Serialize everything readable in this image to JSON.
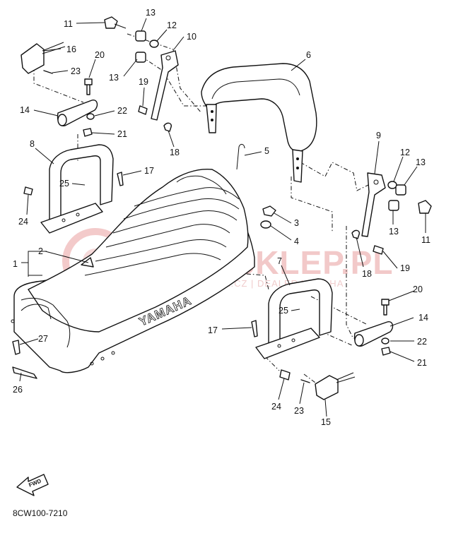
{
  "diagram": {
    "drawing_code": "8CW100-7210",
    "seat_logo_text": "YAMAHA",
    "forward_arrow_text": "FWD",
    "watermark": {
      "main": "YAMA-SKLEP.PL",
      "sub": "MOTOTECHNIKA.CZ | DEALER YAMAHA"
    },
    "callouts": [
      {
        "id": "c11a",
        "label": "11"
      },
      {
        "id": "c13a",
        "label": "13"
      },
      {
        "id": "c12a",
        "label": "12"
      },
      {
        "id": "c10",
        "label": "10"
      },
      {
        "id": "c16",
        "label": "16"
      },
      {
        "id": "c20a",
        "label": "20"
      },
      {
        "id": "c23a",
        "label": "23"
      },
      {
        "id": "c13b",
        "label": "13"
      },
      {
        "id": "c6",
        "label": "6"
      },
      {
        "id": "c19a",
        "label": "19"
      },
      {
        "id": "c14a",
        "label": "14"
      },
      {
        "id": "c22a",
        "label": "22"
      },
      {
        "id": "c21a",
        "label": "21"
      },
      {
        "id": "c8",
        "label": "8"
      },
      {
        "id": "c18a",
        "label": "18"
      },
      {
        "id": "c5",
        "label": "5"
      },
      {
        "id": "c17a",
        "label": "17"
      },
      {
        "id": "c9",
        "label": "9"
      },
      {
        "id": "c12b",
        "label": "12"
      },
      {
        "id": "c13c",
        "label": "13"
      },
      {
        "id": "c25a",
        "label": "25"
      },
      {
        "id": "c24a",
        "label": "24"
      },
      {
        "id": "c3",
        "label": "3"
      },
      {
        "id": "c11b",
        "label": "11"
      },
      {
        "id": "c13d",
        "label": "13"
      },
      {
        "id": "c4",
        "label": "4"
      },
      {
        "id": "c2",
        "label": "2"
      },
      {
        "id": "c1",
        "label": "1"
      },
      {
        "id": "c19b",
        "label": "19"
      },
      {
        "id": "c18b",
        "label": "18"
      },
      {
        "id": "c7",
        "label": "7"
      },
      {
        "id": "c20b",
        "label": "20"
      },
      {
        "id": "c25b",
        "label": "25"
      },
      {
        "id": "c14b",
        "label": "14"
      },
      {
        "id": "c17b",
        "label": "17"
      },
      {
        "id": "c27",
        "label": "27"
      },
      {
        "id": "c22b",
        "label": "22"
      },
      {
        "id": "c21b",
        "label": "21"
      },
      {
        "id": "c26",
        "label": "26"
      },
      {
        "id": "c24b",
        "label": "24"
      },
      {
        "id": "c23b",
        "label": "23"
      },
      {
        "id": "c15",
        "label": "15"
      }
    ]
  }
}
